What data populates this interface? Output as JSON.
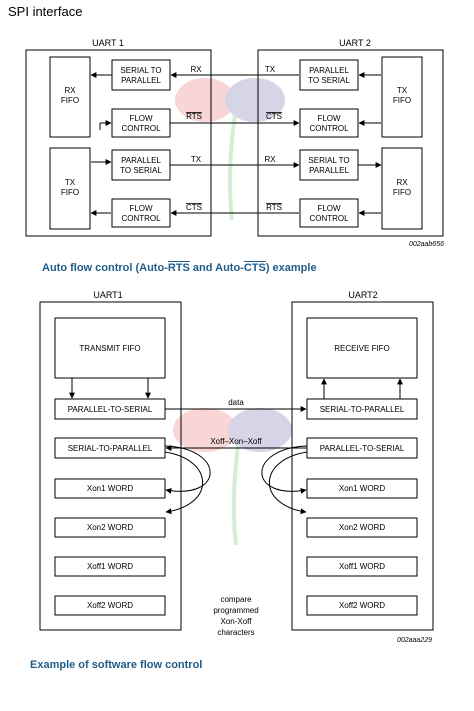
{
  "page_title": "SPI interface",
  "diagram1": {
    "uart1_label": "UART 1",
    "uart2_label": "UART 2",
    "rx_fifo_line1": "RX",
    "rx_fifo_line2": "FIFO",
    "tx_fifo_line1": "TX",
    "tx_fifo_line2": "FIFO",
    "s2p_line1": "SERIAL TO",
    "s2p_line2": "PARALLEL",
    "p2s_line1": "PARALLEL",
    "p2s_line2": "TO SERIAL",
    "fc_line1": "FLOW",
    "fc_line2": "CONTROL",
    "sig_rx": "RX",
    "sig_tx": "TX",
    "sig_rts": "RTS",
    "sig_cts": "CTS",
    "ref_id": "002aab656"
  },
  "caption1": {
    "prefix": "Auto flow control (Auto-",
    "rts": "RTS",
    "middle": " and Auto-",
    "cts": "CTS",
    "suffix": ") example"
  },
  "diagram2": {
    "uart1_label": "UART1",
    "uart2_label": "UART2",
    "transmit_fifo": "TRANSMIT FIFO",
    "receive_fifo": "RECEIVE FIFO",
    "p2s": "PARALLEL-TO-SERIAL",
    "s2p": "SERIAL-TO-PARALLEL",
    "xon1": "Xon1 WORD",
    "xon2": "Xon2 WORD",
    "xoff1": "Xoff1 WORD",
    "xoff2": "Xoff2 WORD",
    "data_label": "data",
    "xon_xoff_label": "Xoff–Xon–Xoff",
    "compare_line1": "compare",
    "compare_line2": "programmed",
    "compare_line3": "Xon-Xoff",
    "compare_line4": "characters",
    "ref_id": "002aaa229"
  },
  "caption2": "Example of software flow control"
}
